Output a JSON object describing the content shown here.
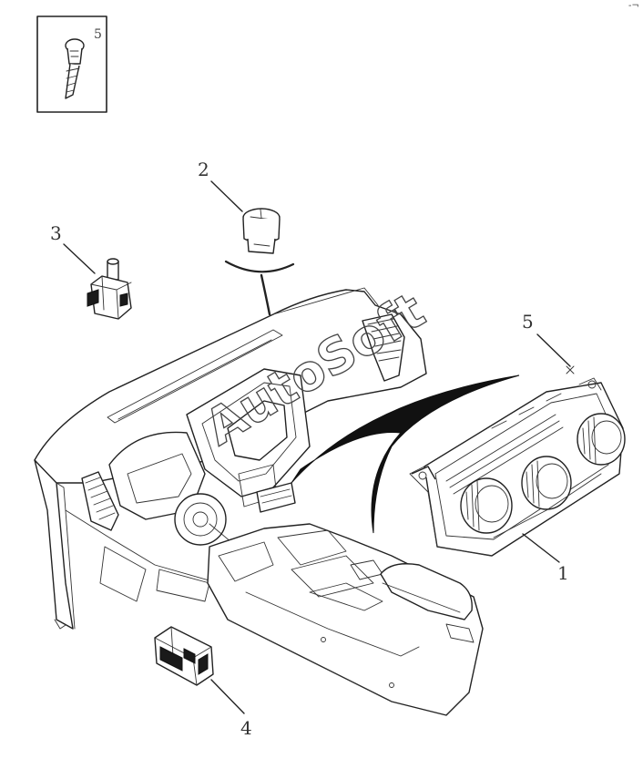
{
  "callouts": {
    "inset_label": "5",
    "label_1": "1",
    "label_2": "2",
    "label_3": "3",
    "label_4": "4",
    "label_5": "5"
  },
  "watermark": "AutoSoft",
  "corner_mark": "-¬"
}
